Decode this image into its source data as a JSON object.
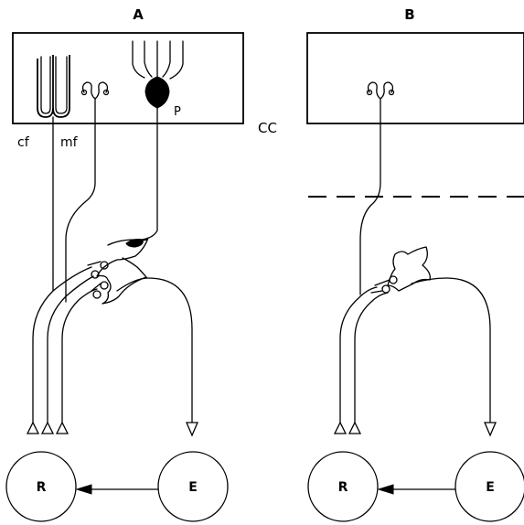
{
  "panels": {
    "a": {
      "label": "A"
    },
    "b": {
      "label": "B"
    }
  },
  "labels": {
    "climbing_fiber": "cf",
    "mossy_fiber": "mf",
    "purkinje": "P",
    "cerebellar_cortex": "CC",
    "node_r_a": "R",
    "node_e_a": "E",
    "node_r_b": "R",
    "node_e_b": "E"
  }
}
